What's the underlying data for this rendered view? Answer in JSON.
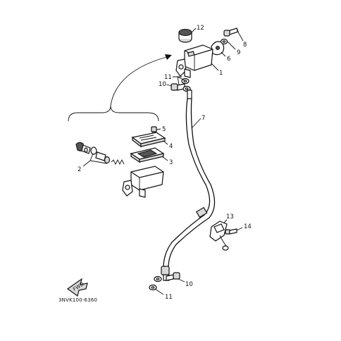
{
  "callouts": [
    {
      "id": "c12a",
      "text": "12"
    },
    {
      "id": "c8",
      "text": "8"
    },
    {
      "id": "c9",
      "text": "9"
    },
    {
      "id": "c6",
      "text": "6"
    },
    {
      "id": "c1",
      "text": "1"
    },
    {
      "id": "c11a",
      "text": "11"
    },
    {
      "id": "c10a",
      "text": "10"
    },
    {
      "id": "c7",
      "text": "7"
    },
    {
      "id": "c5",
      "text": "5"
    },
    {
      "id": "c4",
      "text": "4"
    },
    {
      "id": "c3",
      "text": "3"
    },
    {
      "id": "c2",
      "text": "2"
    },
    {
      "id": "c13",
      "text": "13"
    },
    {
      "id": "c14",
      "text": "14"
    },
    {
      "id": "c10b",
      "text": "10"
    },
    {
      "id": "c11b",
      "text": "11"
    }
  ],
  "fwd_label": "FWD",
  "diagram_code": "3NVK100-6360"
}
